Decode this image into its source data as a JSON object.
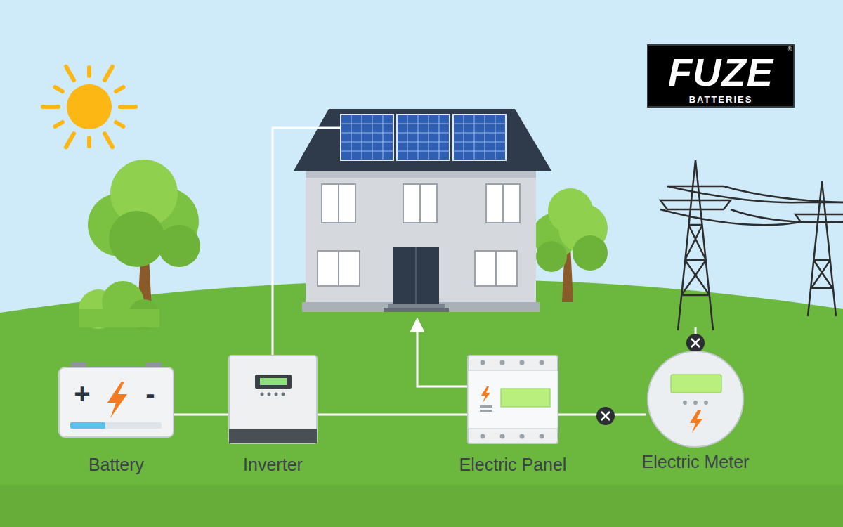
{
  "diagram": {
    "nodes": [
      {
        "text": [
          "FUZE",
          "BATTERIES"
        ]
      },
      {
        "text": [
          "Battery"
        ]
      },
      {
        "text": [
          "Inverter"
        ]
      },
      {
        "text": [
          "Electric Panel"
        ]
      },
      {
        "text": [
          "Electric Meter"
        ]
      }
    ],
    "edges": [
      {
        "from": 1,
        "to": 2,
        "arrow": "none"
      },
      {
        "from": 2,
        "to": 3,
        "arrow": "none"
      },
      {
        "from": 3,
        "to": 4,
        "arrow": "none"
      }
    ],
    "labels": [
      "+",
      "-",
      "®"
    ]
  }
}
